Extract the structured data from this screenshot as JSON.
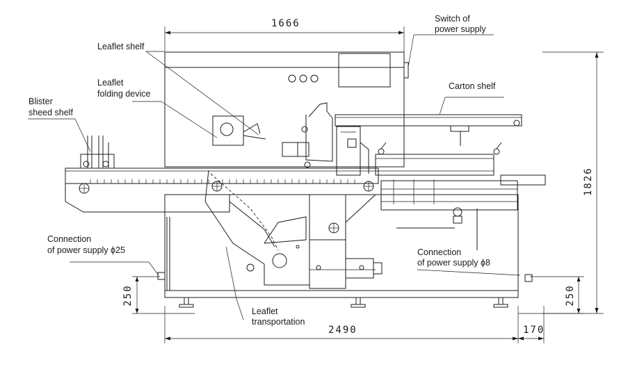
{
  "dimensions": {
    "top_width": "1666",
    "bottom_width": "2490",
    "right_offset": "170",
    "total_height": "1826",
    "left_foot_height": "250",
    "right_foot_height": "250"
  },
  "labels": {
    "switch_power": [
      "Switch of",
      "power supply"
    ],
    "leaflet_shelf": "Leaflet shelf",
    "leaflet_folding": [
      "Leaflet",
      "folding device"
    ],
    "carton_shelf": "Carton shelf",
    "blister_shelf": [
      "Blister",
      "sheed shelf"
    ],
    "conn_power_25": [
      "Connection",
      "of power supply  ϕ25"
    ],
    "conn_power_8": [
      "Connection",
      "of power supply ϕ8"
    ],
    "leaflet_transport": [
      "Leaflet",
      "transportation"
    ]
  },
  "colors": {
    "line": "#1a1a1a",
    "background": "#ffffff"
  }
}
